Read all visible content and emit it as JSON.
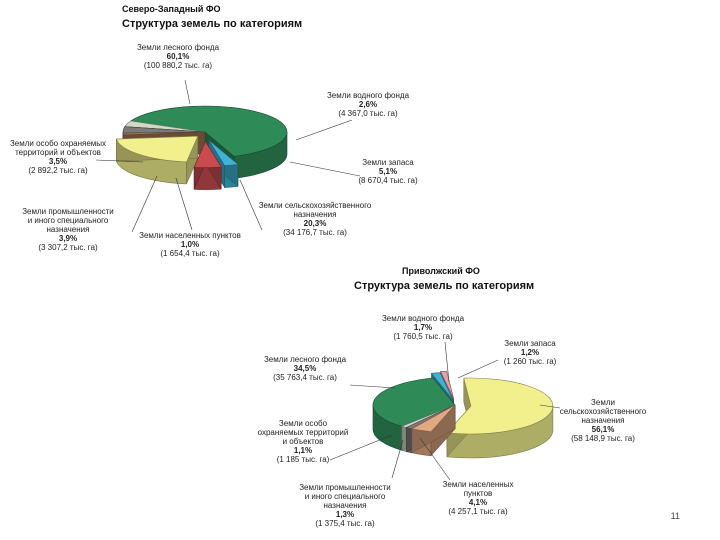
{
  "page_number": "11",
  "chart_data": [
    {
      "type": "pie",
      "region": "Северо-Западный ФО",
      "title": "Структура земель по категориям",
      "slices": [
        {
          "key": "forest",
          "label_lines": [
            "Земли лесного фонда",
            "60,1%",
            "(100 880,2 тыс. га)"
          ],
          "value": 60.1,
          "color": "#2e8b57"
        },
        {
          "key": "water",
          "label_lines": [
            "Земли водного фонда",
            "2,6%",
            "(4 367,0 тыс. га)"
          ],
          "value": 2.6,
          "color": "#3fb3d4"
        },
        {
          "key": "reserve",
          "label_lines": [
            "Земли запаса",
            "5,1%",
            "(8 670,4 тыс. га)"
          ],
          "value": 5.1,
          "color": "#c94b50"
        },
        {
          "key": "agri",
          "label_lines": [
            "Земли сельскохозяйственного",
            "назначения",
            "20,3%",
            "(34 176,7 тыс. га)"
          ],
          "value": 20.3,
          "color": "#f2f08c"
        },
        {
          "key": "settle",
          "label_lines": [
            "Земли населенных пунктов",
            "1,0%",
            "(1 654,4 тыс. га)"
          ],
          "value": 1.0,
          "color": "#a77a55"
        },
        {
          "key": "industry",
          "label_lines": [
            "Земли промышленности",
            "и иного специального",
            "назначения",
            "3,9%",
            "(3 307,2 тыс. га)"
          ],
          "value": 3.9,
          "color": "#7a7a7a"
        },
        {
          "key": "protected",
          "label_lines": [
            "Земли особо охраняемых",
            "территорий и объектов",
            "3,5%",
            "(2 892,2 тыс. га)"
          ],
          "value": 3.5,
          "color": "#cfd9c4"
        }
      ]
    },
    {
      "type": "pie",
      "region": "Приволжский ФО",
      "title": "Структура земель по категориям",
      "slices": [
        {
          "key": "agri",
          "label_lines": [
            "Земли",
            "сельскохозяйственного",
            "назначения",
            "56,1%",
            "(58 148,9 тыс. га)"
          ],
          "value": 56.1,
          "color": "#f2f08c"
        },
        {
          "key": "settle",
          "label_lines": [
            "Земли населенных",
            "пунктов",
            "4,1%",
            "(4 257,1 тыс. га)"
          ],
          "value": 4.1,
          "color": "#e0a982"
        },
        {
          "key": "industry",
          "label_lines": [
            "Земли промышленности",
            "и иного специального",
            "назначения",
            "1,3%",
            "(1 375,4 тыс. га)"
          ],
          "value": 1.3,
          "color": "#7a7a7a"
        },
        {
          "key": "protected",
          "label_lines": [
            "Земли особо",
            "охраняемых территорий",
            "и объектов",
            "1,1%",
            "(1 185 тыс. га)"
          ],
          "value": 1.1,
          "color": "#cfd9c4"
        },
        {
          "key": "forest",
          "label_lines": [
            "Земли лесного фонда",
            "34,5%",
            "(35 763,4 тыс. га)"
          ],
          "value": 34.5,
          "color": "#2e8b57"
        },
        {
          "key": "water",
          "label_lines": [
            "Земли водного фонда",
            "1,7%",
            "(1 760,5 тыс. га)"
          ],
          "value": 1.7,
          "color": "#3fb3d4"
        },
        {
          "key": "reserve",
          "label_lines": [
            "Земли запаса",
            "1,2%",
            "(1 260 тыс. га)"
          ],
          "value": 1.2,
          "color": "#e8a0a8"
        }
      ]
    }
  ]
}
